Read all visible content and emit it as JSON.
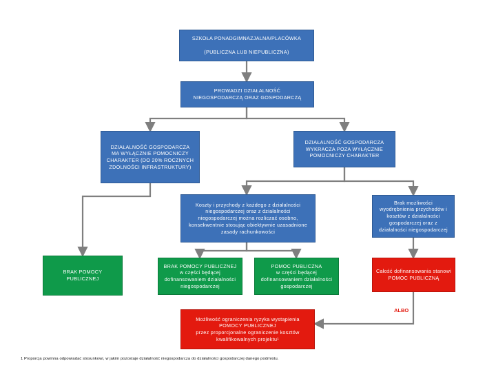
{
  "nodes": {
    "school": "SZKOŁA PONADGIMNAZJALNA/PLACÓWKA\n\n(PUBLICZNA LUB NIEPUBLICZNA)",
    "activity": "PROWADZI DZIAŁALNOŚĆ\nNIEGOSPODARCZĄ ORAZ GOSPODARCZĄ",
    "auxiliary": "DZIAŁALNOŚĆ GOSPODARCZA\nMA WYŁĄCZNIE POMOCNICZY\nCHARAKTER (DO 20% ROCZNYCH\nZDOLNOŚCI INFRASTRUKTURY)",
    "beyond": "DZIAŁALNOŚĆ GOSPODARCZA\nWYKRACZA POZA WYŁĄCZNIE\nPOMOCNICZY CHARAKTER",
    "costs": "Koszty i przychody z każdego z działalności\nniegospodarczej oraz z działalności\nniegospodarczej można rozliczać osobno,\nkonsekwentnie stosując obiektywnie uzasadnione\nzasady rachunkowości",
    "no_separation": "Brak możliwości\nwyodrębnienia przychodów i\nkosztów z działalności\ngospodarczej oraz z\ndziałalności niegospodarczej",
    "no_aid_left": "BRAK POMOCY PUBLICZNEJ",
    "no_aid_part": "BRAK POMOCY PUBLICZNEJ\nw części będącej\ndofinansowaniem działalności\nniegospodarczej",
    "aid_part": "POMOC PUBLICZNA\nw części będącej\ndofinansowaniem działalności\ngospodarczej",
    "all_aid": "Całość dofinansowania stanowi\nPOMOC PUBLICZNĄ",
    "limit": "Możliwość ograniczenia ryzyka wystąpienia\nPOMOCY PUBLICZNEJ\nprzez proporcjonalne ograniczenie kosztów\nkwalifikowalnych projektu¹"
  },
  "albo": "ALBO",
  "footnote": "1 Proporcja powinna odpowiadać stosunkowi, w jakim pozostaje działalność niegospodarcza do działalności gospodarczej danego podmiotu.",
  "colors": {
    "blue": "#3d71b8",
    "green": "#0f9a4a",
    "red": "#e31a0f",
    "arrow": "#7f7f7f"
  }
}
